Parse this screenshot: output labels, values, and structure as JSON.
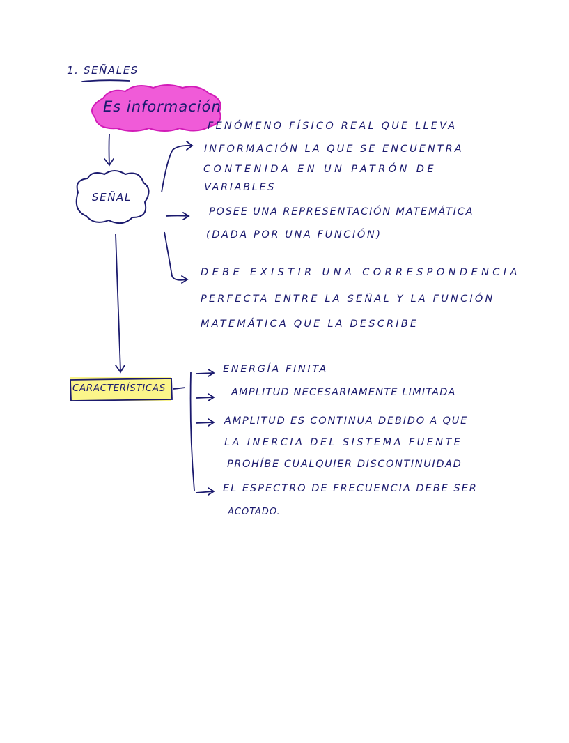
{
  "heading": "1. SEÑALES",
  "definition_bubble": "Es información",
  "central_node": "SEÑAL",
  "feature_box": "CARACTERÍSTICAS",
  "colors": {
    "ink": "#1b1a6e",
    "bubble_fill": "#f05bd8",
    "bubble_border": "#d21cb8",
    "highlight": "#fbf58a",
    "page": "#ffffff"
  },
  "definition_points": [
    {
      "lines": [
        "FENÓMENO FÍSICO REAL QUE LLEVA",
        "INFORMACIÓN LA QUE SE ENCUENTRA",
        "CONTENIDA EN UN PATRÓN DE",
        "VARIABLES"
      ]
    },
    {
      "lines": [
        "POSEE UNA REPRESENTACIÓN MATEMÁTICA",
        "(DADA POR UNA FUNCIÓN)"
      ]
    },
    {
      "lines": [
        "DEBE EXISTIR UNA CORRESPONDENCIA",
        "PERFECTA ENTRE LA SEÑAL Y LA FUNCIÓN",
        "MATEMÁTICA QUE LA DESCRIBE"
      ]
    }
  ],
  "characteristics": [
    {
      "lines": [
        "ENERGÍA FINITA"
      ]
    },
    {
      "lines": [
        "AMPLITUD NECESARIAMENTE LIMITADA"
      ]
    },
    {
      "lines": [
        "AMPLITUD ES CONTINUA DEBIDO A QUE",
        "LA INERCIA DEL SISTEMA FUENTE",
        "PROHÍBE CUALQUIER DISCONTINUIDAD"
      ]
    },
    {
      "lines": [
        "EL ESPECTRO DE FRECUENCIA DEBE SER",
        "ACOTADO."
      ]
    }
  ]
}
